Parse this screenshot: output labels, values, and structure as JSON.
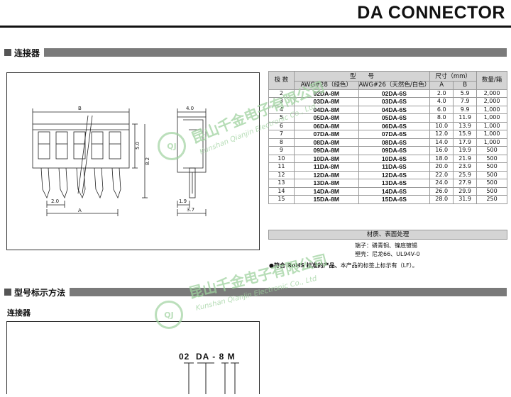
{
  "header": {
    "title": "DA CONNECTOR"
  },
  "sections": {
    "connector": "连接器",
    "model_notation": "型号标示方法",
    "sub_connector": "连接器"
  },
  "drawing": {
    "dims": {
      "B": "B",
      "A": "A",
      "top_width": "4.0",
      "h1": "5.0",
      "h2": "8.2",
      "pitch": "2.0",
      "d1": "1.9",
      "d2": "3.7"
    }
  },
  "table": {
    "headers": {
      "poles": "极 数",
      "model": "型　　号",
      "awg28": "AWG#28（绿色）",
      "awg26": "AWG#26（天然色/白色）",
      "size": "尺寸（mm）",
      "a": "A",
      "b": "B",
      "qty": "数量/箱"
    },
    "rows": [
      {
        "poles": "2",
        "m1": "02DA-8M",
        "m2": "02DA-6S",
        "a": "2.0",
        "b": "5.9",
        "qty": "2,000"
      },
      {
        "poles": "3",
        "m1": "03DA-8M",
        "m2": "03DA-6S",
        "a": "4.0",
        "b": "7.9",
        "qty": "2,000"
      },
      {
        "poles": "4",
        "m1": "04DA-8M",
        "m2": "04DA-6S",
        "a": "6.0",
        "b": "9.9",
        "qty": "1,000"
      },
      {
        "poles": "5",
        "m1": "05DA-8M",
        "m2": "05DA-6S",
        "a": "8.0",
        "b": "11.9",
        "qty": "1,000"
      },
      {
        "poles": "6",
        "m1": "06DA-8M",
        "m2": "06DA-6S",
        "a": "10.0",
        "b": "13.9",
        "qty": "1,000"
      },
      {
        "poles": "7",
        "m1": "07DA-8M",
        "m2": "07DA-6S",
        "a": "12.0",
        "b": "15.9",
        "qty": "1,000"
      },
      {
        "poles": "8",
        "m1": "08DA-8M",
        "m2": "08DA-6S",
        "a": "14.0",
        "b": "17.9",
        "qty": "1,000"
      },
      {
        "poles": "9",
        "m1": "09DA-8M",
        "m2": "09DA-6S",
        "a": "16.0",
        "b": "19.9",
        "qty": "500"
      },
      {
        "poles": "10",
        "m1": "10DA-8M",
        "m2": "10DA-6S",
        "a": "18.0",
        "b": "21.9",
        "qty": "500"
      },
      {
        "poles": "11",
        "m1": "11DA-8M",
        "m2": "11DA-6S",
        "a": "20.0",
        "b": "23.9",
        "qty": "500"
      },
      {
        "poles": "12",
        "m1": "12DA-8M",
        "m2": "12DA-6S",
        "a": "22.0",
        "b": "25.9",
        "qty": "500"
      },
      {
        "poles": "13",
        "m1": "13DA-8M",
        "m2": "13DA-6S",
        "a": "24.0",
        "b": "27.9",
        "qty": "500"
      },
      {
        "poles": "14",
        "m1": "14DA-8M",
        "m2": "14DA-6S",
        "a": "26.0",
        "b": "29.9",
        "qty": "500"
      },
      {
        "poles": "15",
        "m1": "15DA-8M",
        "m2": "15DA-6S",
        "a": "28.0",
        "b": "31.9",
        "qty": "250"
      }
    ]
  },
  "materials": {
    "heading": "材质、表面处理",
    "terminal": "端子：磷青铜、镍底镀锡",
    "housing": "塑壳：尼龙66、UL94V-0"
  },
  "rohs": {
    "bold": "●符合 RoHS 标准的产品",
    "normal": "本产品的标签上标示有（LF）。"
  },
  "model_code": "02  DA - 8 M",
  "watermark": {
    "cn": "昆山千金电子有限公司",
    "en": "Kunshan Qianjin Electronic Co., Ltd",
    "logo": "QJ",
    "color": "#8cc98c"
  }
}
